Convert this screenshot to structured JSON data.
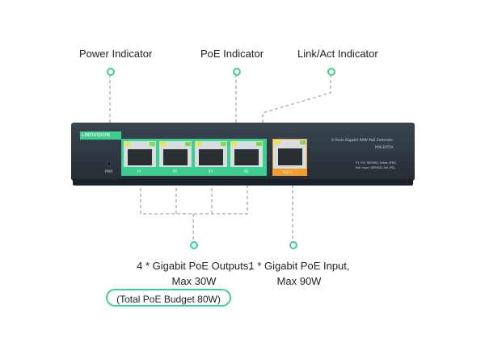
{
  "callouts": {
    "power": "Power Indicator",
    "poe": "PoE Indicator",
    "link": "Link/Act Indicator"
  },
  "outputs": {
    "line1": "4 * Gigabit PoE Outputs,",
    "line2": "Max 30W"
  },
  "input": {
    "line1": "1 * Gigabit PoE Input,",
    "line2": "Max 90W"
  },
  "budget": "(Total PoE Budget 80W)",
  "device": {
    "brand": "LINOVISION",
    "model_desc": "4 Ports Gigabit 90W PoE Extender",
    "model_no": "POE-EXT5A",
    "spec1": "P1~P4: IEEE802.3af/at (PSE)",
    "spec2": "PoE Input: IEEE802.3bt (PD)",
    "pwr": "PWR",
    "ports": [
      "P1",
      "P2",
      "P3",
      "P4"
    ],
    "poe_in": "PoE In"
  },
  "colors": {
    "accent": "#3ecf8e",
    "chassis": "#2d3640",
    "port_led_green": "#7ed957",
    "port_led_yellow": "#e6e54a",
    "input_orange": "#f39b2d"
  }
}
